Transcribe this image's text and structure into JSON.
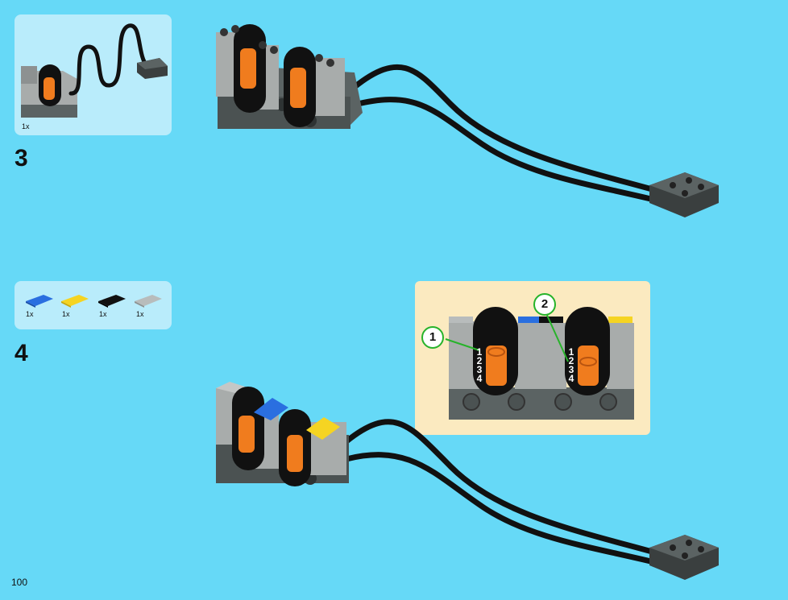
{
  "step3": {
    "number": "3",
    "parts": [
      {
        "qty": "1x",
        "icon": "battery-box-with-cable"
      }
    ]
  },
  "step4": {
    "number": "4",
    "parts": [
      {
        "qty": "1x",
        "color": "#2a6fe0",
        "icon": "blue-tile"
      },
      {
        "qty": "1x",
        "color": "#f5d422",
        "icon": "yellow-tile"
      },
      {
        "qty": "1x",
        "color": "#111111",
        "icon": "black-tile"
      },
      {
        "qty": "1x",
        "color": "#b8bcbc",
        "icon": "gray-tile"
      }
    ],
    "callout": {
      "labels": [
        "1",
        "2"
      ],
      "positions": [
        "1",
        "2",
        "3",
        "4"
      ]
    }
  },
  "page_number": "100",
  "colors": {
    "background": "#66d9f7",
    "parts_box": "#b9ecfb",
    "callout_box": "#fbeac0",
    "highlight": "#27b32a",
    "orange": "#f07c1e",
    "dark_gray": "#5b6363",
    "light_gray": "#a8acab"
  }
}
